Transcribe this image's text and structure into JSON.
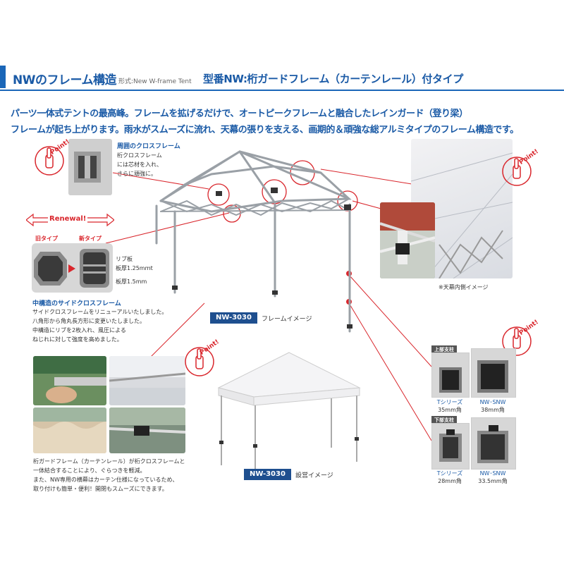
{
  "header": {
    "title": "NWのフレーム構造",
    "subtitle": "形式:New W-frame Tent",
    "model_title": "型番NW:桁ガードフレーム（カーテンレール）付タイプ"
  },
  "lead": {
    "line1": "パーツ一体式テントの最高峰。フレームを拡げるだけで、オートピークフレームと融合したレインガード（登り梁）",
    "line2": "フレームが起ち上がります。雨水がスムーズに流れ、天幕の張りを支える、画期的＆頑強な総アルミタイプのフレーム構造です。"
  },
  "badge_text": "Point!",
  "perimeter": {
    "title": "周囲のクロスフレーム",
    "lines": [
      "桁クロスフレーム",
      "には芯材を入れ、",
      "さらに頑強に。"
    ]
  },
  "renewal": {
    "label": "Renewal!",
    "old_label": "旧タイプ",
    "new_label": "新タイプ",
    "rib_label": "リブ板",
    "rib_thickness": "板厚1.25mｍt",
    "plate_thickness": "板厚1.5mm"
  },
  "mid_frame": {
    "title": "中構造のサイドクロスフレーム",
    "lines": [
      "サイドクロスフレームをリニューアルいたしました。",
      "八角形から角丸長方形に変更いたしました。",
      "中構造にリブを2枚入れ、風圧による",
      "ねじれに対して強度を高めました。"
    ]
  },
  "frame_tag": {
    "model": "NW-3030",
    "label": "フレームイメージ"
  },
  "setup_tag": {
    "model": "NW-3030",
    "label": "設営イメージ"
  },
  "inner_caption": "※天幕内側イメージ",
  "curtain_rail": {
    "lines": [
      "桁ガードフレーム（カーテンレール）が桁クロスフレームと",
      "一体結合することにより、ぐらつきを軽減。",
      "また、NW専用の横幕はカーテン仕様になっているため、",
      "取り付けも簡単・便利！開閉もスムーズにできます。"
    ]
  },
  "poles": {
    "upper": {
      "header": "上部支柱",
      "t_name": "Tシリーズ",
      "t_size": "35mm角",
      "nw_name": "NW･SNW",
      "nw_size": "38mm角"
    },
    "lower": {
      "header": "下部支柱",
      "t_name": "Tシリーズ",
      "t_size": "28mm角",
      "nw_name": "NW･SNW",
      "nw_size": "33.5mm角"
    }
  },
  "colors": {
    "accent_blue": "#1a5aa6",
    "callout_red": "#d9262c",
    "tag_dark": "#1e4f8f"
  }
}
